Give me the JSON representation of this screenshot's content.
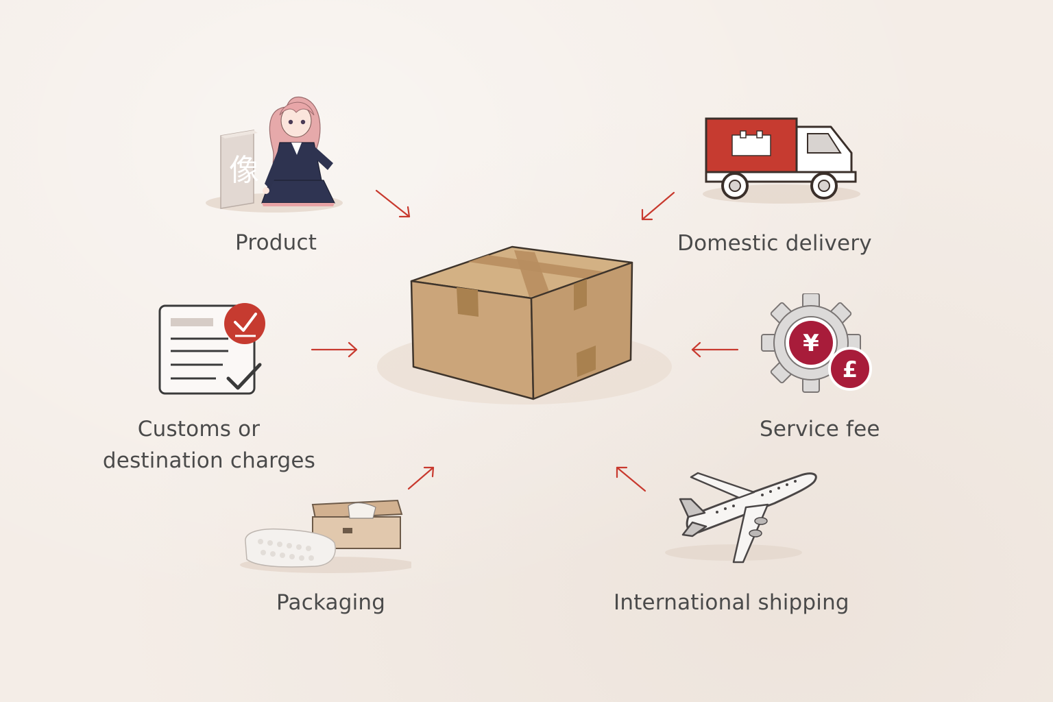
{
  "diagram": {
    "center": {
      "icon": "cardboard-box-icon"
    },
    "nodes": {
      "product": {
        "label": "Product",
        "icon": "figure-product-icon"
      },
      "domestic_delivery": {
        "label": "Domestic delivery",
        "icon": "delivery-truck-icon"
      },
      "customs": {
        "label_line1": "Customs or",
        "label_line2": "destination charges",
        "icon": "customs-document-icon"
      },
      "service_fee": {
        "label": "Service fee",
        "icon": "gear-currency-icon"
      },
      "packaging": {
        "label": "Packaging",
        "icon": "packaging-box-icon"
      },
      "international_shipping": {
        "label": "International shipping",
        "icon": "airplane-icon"
      }
    },
    "colors": {
      "accent_red": "#c8392e",
      "crimson": "#a81c3a",
      "cardboard": "#cfad83",
      "text": "#4a4a4a",
      "background": "#f4ede7"
    }
  }
}
